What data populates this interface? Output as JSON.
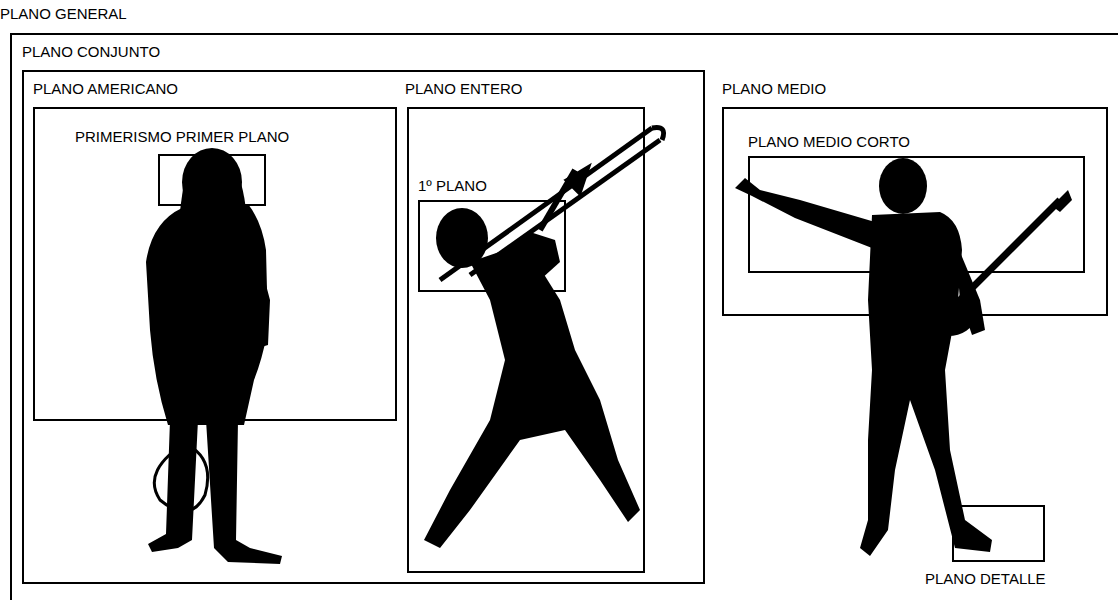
{
  "diagram": {
    "nodes": [
      {
        "text": [
          "PLANO GENERAL"
        ]
      },
      {
        "text": [
          "PLANO CONJUNTO"
        ],
        "in": 0
      },
      {
        "text": [
          "PLANO AMERICANO"
        ],
        "in": 1
      },
      {
        "text": [
          "PRIMERISMO PRIMER PLANO"
        ],
        "in": 2
      },
      {
        "text": [
          "PLANO ENTERO"
        ],
        "in": 1
      },
      {
        "text": [
          "1º PLANO"
        ],
        "in": 4
      },
      {
        "text": [
          "PLANO MEDIO"
        ],
        "in": 0
      },
      {
        "text": [
          "PLANO MEDIO CORTO"
        ],
        "in": 6
      },
      {
        "text": [
          "PLANO DETALLE"
        ],
        "in": 0
      }
    ]
  }
}
